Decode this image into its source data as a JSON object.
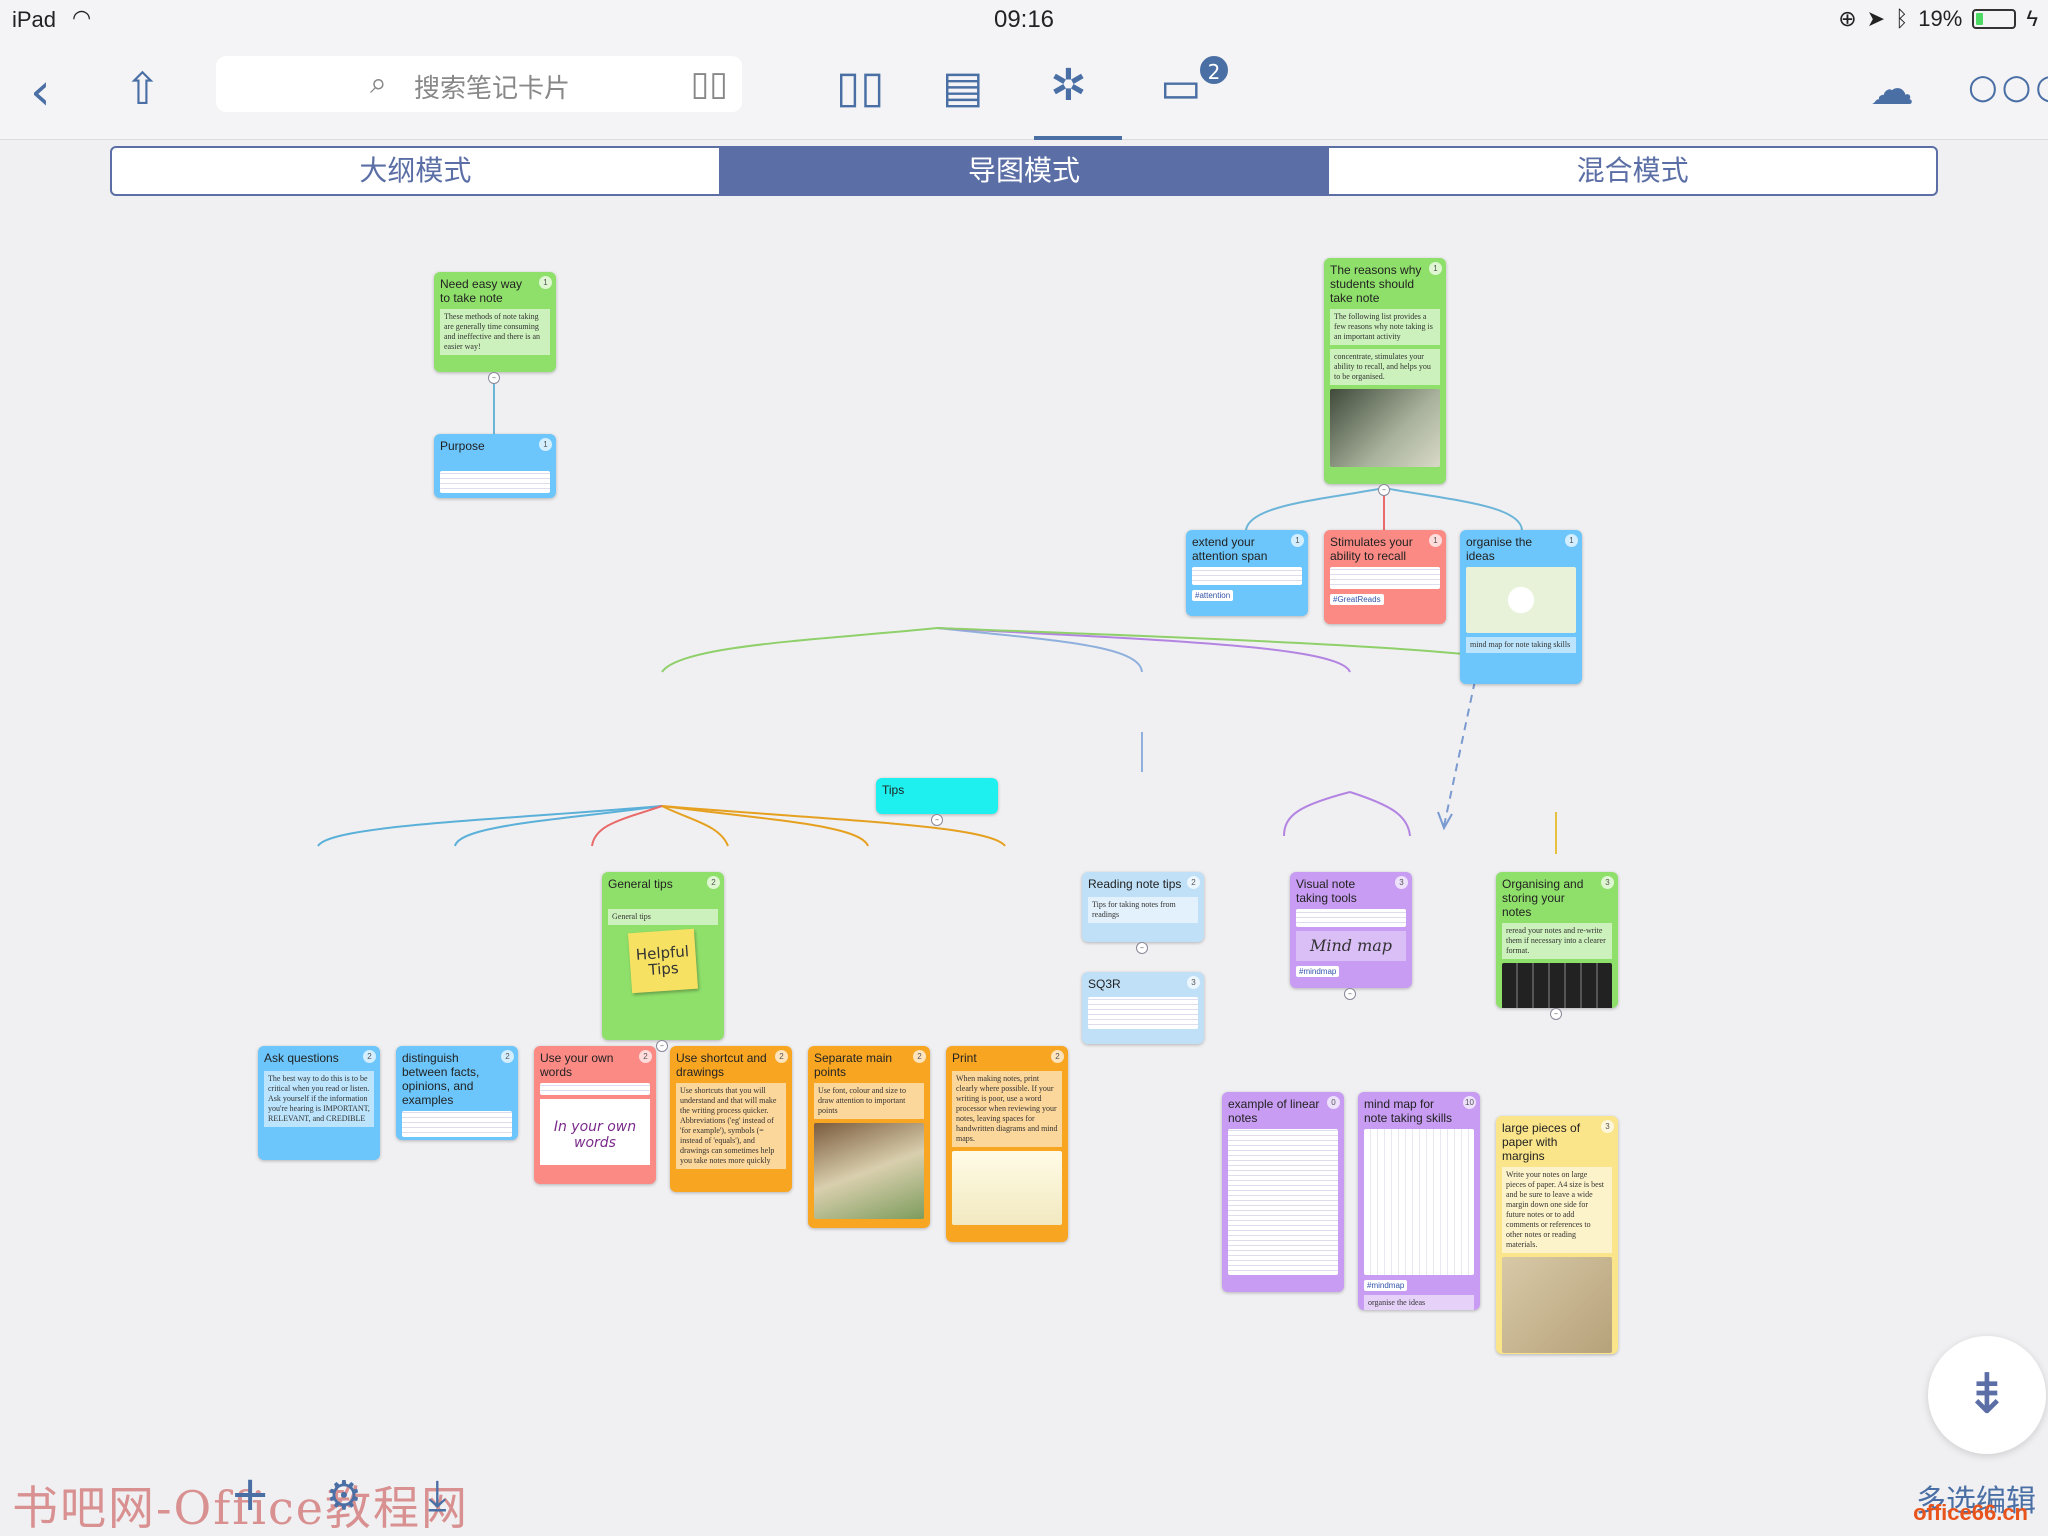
{
  "status_bar": {
    "device": "iPad",
    "time": "09:16",
    "battery": "19%",
    "battery_level": 0.19
  },
  "toolbar": {
    "search_placeholder": "搜索笔记卡片",
    "badge_count": "2"
  },
  "modes": [
    {
      "label": "大纲模式",
      "active": false
    },
    {
      "label": "导图模式",
      "active": true
    },
    {
      "label": "混合模式",
      "active": false
    }
  ],
  "cards": {
    "need_easy": {
      "title": "Need easy way to take note",
      "num": "1",
      "body": "These methods of note taking are generally time consuming and ineffective and there is an easier way!"
    },
    "purpose": {
      "title": "Purpose",
      "num": "1"
    },
    "reasons": {
      "title": "The reasons why students should take note",
      "num": "1",
      "body": "The following list provides a few reasons why note taking is an important activity",
      "body2": "concentrate, stimulates your ability to recall, and helps you to be organised."
    },
    "extend": {
      "title": "extend your attention span",
      "num": "1",
      "tag": "#attention"
    },
    "stimulates": {
      "title": "Stimulates your ability to recall",
      "num": "1",
      "tag": "#GreatReads"
    },
    "organise": {
      "title": "organise the ideas",
      "num": "1",
      "link": "mind map for note taking skills"
    },
    "tips": {
      "title": "Tips"
    },
    "general": {
      "title": "General tips",
      "num": "2",
      "body": "General tips",
      "sticky": "Helpful Tips"
    },
    "reading": {
      "title": "Reading note tips",
      "num": "2",
      "body": "Tips for taking notes from readings"
    },
    "sq3r": {
      "title": "SQ3R",
      "num": "3"
    },
    "visual": {
      "title": "Visual note taking tools",
      "num": "3",
      "script": "Mind map",
      "tag": "#mindmap"
    },
    "organising": {
      "title": "Organising and storing your notes",
      "num": "3",
      "body": "reread your notes and re-write them if necessary into a clearer format."
    },
    "ask": {
      "title": "Ask questions",
      "num": "2",
      "body": "The best way to do this is to be critical when you read or listen. Ask yourself if the information you're hearing is IMPORTANT, RELEVANT, and CREDIBLE"
    },
    "distinguish": {
      "title": "distinguish between facts, opinions, and examples",
      "num": "2"
    },
    "own_words": {
      "title": "Use your own words",
      "num": "2",
      "quote": "In your own words"
    },
    "shortcut": {
      "title": "Use shortcut and drawings",
      "num": "2",
      "body": "Use shortcuts that you will understand and that will make the writing process quicker. Abbreviations ('eg' instead of 'for example'), symbols (= instead of 'equals'), and drawings can sometimes help you take notes more quickly"
    },
    "separate": {
      "title": "Separate main points",
      "num": "2",
      "body": "Use font, colour and size to draw attention to important points"
    },
    "print": {
      "title": "Print",
      "num": "2",
      "body": "When making notes, print clearly where possible. If your writing is poor, use a word processor when reviewing your notes, leaving spaces for handwritten diagrams and mind maps."
    },
    "linear": {
      "title": "example of linear notes",
      "num": "0"
    },
    "mindmap_skills": {
      "title": "mind map for note taking skills",
      "num": "10",
      "tag": "#mindmap",
      "link": "organise the ideas"
    },
    "large_paper": {
      "title": "large pieces of paper with margins",
      "num": "3",
      "body": "Write your notes on large pieces of paper. A4 size is best and be sure to leave a wide margin down one side for future notes or to add comments or references to other notes or reading materials."
    }
  },
  "bottom": {
    "multi_edit": "多选编辑",
    "watermark": "书吧网-Office教程网",
    "watermark2": "office66.cn"
  },
  "colors": {
    "accent": "#4a6fa5",
    "segment": "#5b6fa6",
    "green": "#8fe06a",
    "blue": "#6cc6fb",
    "red": "#fb8a85",
    "orange": "#f8a622",
    "purple": "#c79cf2",
    "yellow": "#fbe58a"
  }
}
